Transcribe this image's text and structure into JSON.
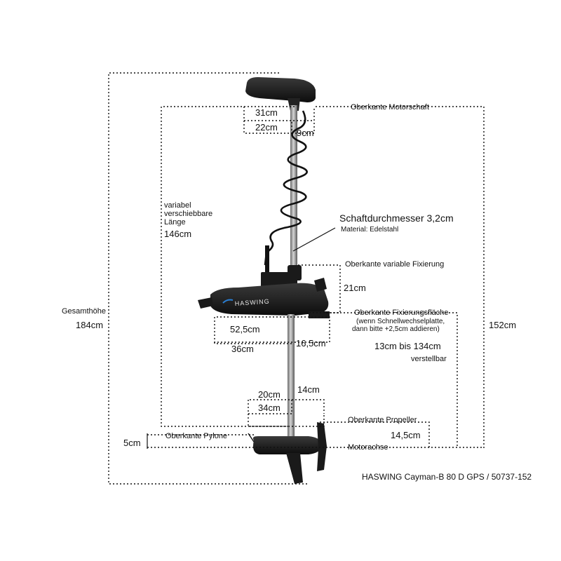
{
  "labels": {
    "top_shaft": "Oberkante Motorschaft",
    "w31": "31cm",
    "w22": "22cm",
    "w9": "9cm",
    "variabel_1": "variabel",
    "variabel_2": "verschiebbare",
    "variabel_3": "Länge",
    "len146": "146cm",
    "shaft_diam": "Schaftdurchmesser 3,2cm",
    "material": "Material: Edelstahl",
    "var_fix": "Oberkante variable Fixierung",
    "h21": "21cm",
    "gesamt": "Gesamthöhe",
    "h184": "184cm",
    "fix_surface": "Oberkante Fixierungsfläche",
    "fix_note_1": "(wenn Schnellwechselplatte,",
    "fix_note_2": "dann bitte +2,5cm addieren)",
    "h152": "152cm",
    "w525": "52,5cm",
    "w36": "36cm",
    "w165": "16,5cm",
    "range": "13cm bis 134cm",
    "adjustable": "verstellbar",
    "w20": "20cm",
    "w14": "14cm",
    "w34": "34cm",
    "top_prop": "Oberkante Propeller",
    "h145": "14,5cm",
    "h5": "5cm",
    "top_pylon": "Oberkante Pylone",
    "motor_axis": "Motorachse",
    "brand_on_head": "HASWING",
    "product": "HASWING Cayman-B 80 D GPS / 50737-152"
  },
  "colors": {
    "motor_body": "#1a1a1a",
    "shaft": "#9a9a9a",
    "accent": "#2a7fd4",
    "line": "#111111"
  }
}
